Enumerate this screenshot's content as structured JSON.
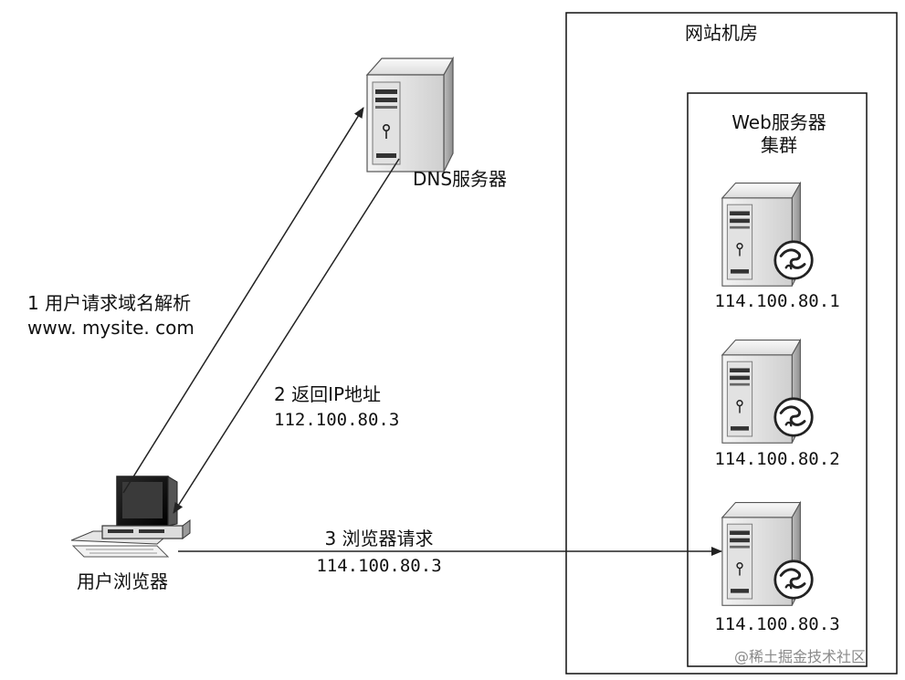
{
  "datacenter": {
    "label": "网站机房"
  },
  "web_cluster": {
    "label_line1": "Web服务器",
    "label_line2": "集群"
  },
  "dns_server": {
    "label": "DNS服务器",
    "icon": "server-tower-icon"
  },
  "client": {
    "label": "用户浏览器",
    "icon": "desktop-computer-icon"
  },
  "web_servers": [
    {
      "ip": "114.100.80.1",
      "icon": "web-server-icon"
    },
    {
      "ip": "114.100.80.2",
      "icon": "web-server-icon"
    },
    {
      "ip": "114.100.80.3",
      "icon": "web-server-icon"
    }
  ],
  "steps": {
    "step1": {
      "line1": "1 用户请求域名解析",
      "line2": "www. mysite. com"
    },
    "step2": {
      "line1": "2 返回IP地址",
      "line2": "112.100.80.3"
    },
    "step3": {
      "line1": "3 浏览器请求",
      "line2": "114.100.80.3"
    }
  },
  "watermark": "@稀土掘金技术社区"
}
